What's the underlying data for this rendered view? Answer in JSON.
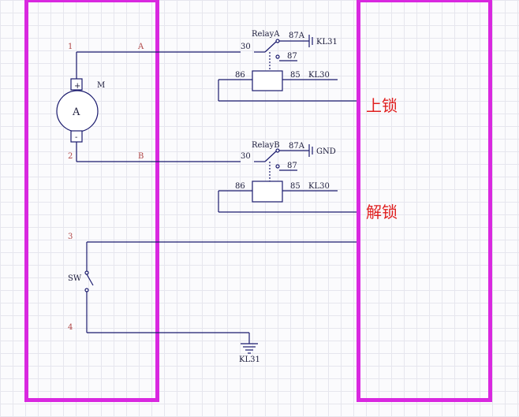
{
  "motor": {
    "name": "M",
    "symbol": "A",
    "plus": "+",
    "minus": "-"
  },
  "pins": {
    "p1": "1",
    "p2": "2",
    "p3": "3",
    "p4": "4"
  },
  "nets": {
    "a": "A",
    "b": "B"
  },
  "relay_a": {
    "name": "RelayA",
    "t30": "30",
    "t87a": "87A",
    "t87": "87",
    "t86": "86",
    "t85": "85",
    "supply": "KL31",
    "coil_net": "KL30"
  },
  "relay_b": {
    "name": "RelayB",
    "t30": "30",
    "t87a": "87A",
    "t87": "87",
    "t86": "86",
    "t85": "85",
    "supply": "GND",
    "coil_net": "KL30"
  },
  "switch": {
    "name": "SW"
  },
  "ground": {
    "name": "KL31"
  },
  "annotations": {
    "lock": "上锁",
    "unlock": "解锁"
  },
  "colors": {
    "frame": "#d928e0",
    "wire": "#1b1b6e",
    "annotation": "#e02020"
  }
}
